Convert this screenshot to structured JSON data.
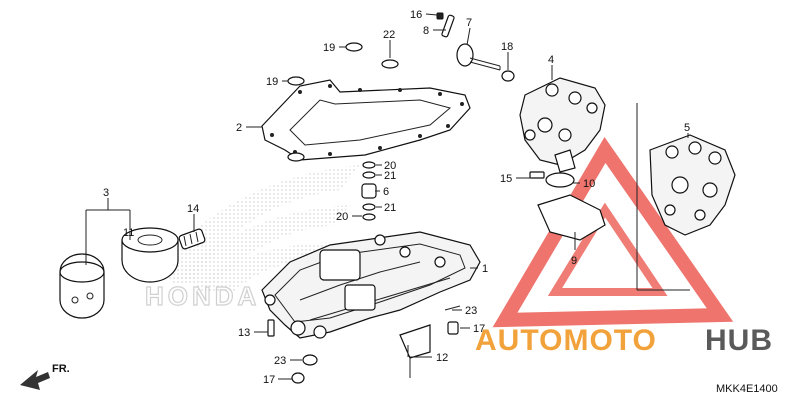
{
  "diagram": {
    "code": "MKK4E1400",
    "front_label": "FR.",
    "brand_text": "HONDA",
    "watermark": {
      "part1": "AUTOMOTO",
      "part2": "HUB",
      "color1": "#f2a23a",
      "color2": "#5a5a5a",
      "triangle_color": "#e8463c"
    },
    "callouts": [
      {
        "id": "c1",
        "label": "1"
      },
      {
        "id": "c2",
        "label": "2"
      },
      {
        "id": "c3",
        "label": "3"
      },
      {
        "id": "c4",
        "label": "4"
      },
      {
        "id": "c5",
        "label": "5"
      },
      {
        "id": "c6",
        "label": "6"
      },
      {
        "id": "c7",
        "label": "7"
      },
      {
        "id": "c8",
        "label": "8"
      },
      {
        "id": "c9",
        "label": "9"
      },
      {
        "id": "c10",
        "label": "10"
      },
      {
        "id": "c11",
        "label": "11"
      },
      {
        "id": "c12",
        "label": "12"
      },
      {
        "id": "c13",
        "label": "13"
      },
      {
        "id": "c14",
        "label": "14"
      },
      {
        "id": "c15",
        "label": "15"
      },
      {
        "id": "c16",
        "label": "16"
      },
      {
        "id": "c17a",
        "label": "17"
      },
      {
        "id": "c17b",
        "label": "17"
      },
      {
        "id": "c18",
        "label": "18"
      },
      {
        "id": "c19a",
        "label": "19"
      },
      {
        "id": "c19b",
        "label": "19"
      },
      {
        "id": "c20a",
        "label": "20"
      },
      {
        "id": "c20b",
        "label": "20"
      },
      {
        "id": "c21a",
        "label": "21"
      },
      {
        "id": "c21b",
        "label": "21"
      },
      {
        "id": "c22",
        "label": "22"
      },
      {
        "id": "c23a",
        "label": "23"
      },
      {
        "id": "c23b",
        "label": "23"
      }
    ]
  }
}
